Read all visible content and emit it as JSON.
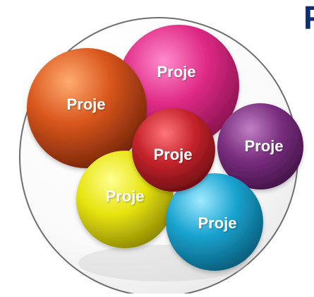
{
  "header": {
    "title_partial": "P"
  },
  "colors": {
    "title": "#0d2d74",
    "container_outline": "#6e6e6e",
    "label": "#ffffff"
  },
  "bubbles": [
    {
      "id": "magenta",
      "label": "Proje",
      "color": "#e02a86"
    },
    {
      "id": "orange",
      "label": "Proje",
      "color": "#d9561c"
    },
    {
      "id": "purple",
      "label": "Proje",
      "color": "#7a2e7f"
    },
    {
      "id": "red",
      "label": "Proje",
      "color": "#c5232b"
    },
    {
      "id": "yellow",
      "label": "Proje",
      "color": "#e7e30e"
    },
    {
      "id": "blue",
      "label": "Proje",
      "color": "#1aa4d1"
    }
  ]
}
